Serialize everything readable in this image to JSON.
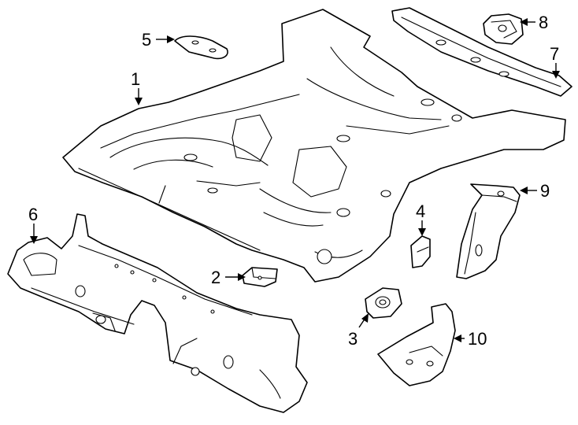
{
  "colors": {
    "line": "#000000",
    "background": "#ffffff"
  },
  "callouts": [
    {
      "id": "1",
      "label": "1"
    },
    {
      "id": "2",
      "label": "2"
    },
    {
      "id": "3",
      "label": "3"
    },
    {
      "id": "4",
      "label": "4"
    },
    {
      "id": "5",
      "label": "5"
    },
    {
      "id": "6",
      "label": "6"
    },
    {
      "id": "7",
      "label": "7"
    },
    {
      "id": "8",
      "label": "8"
    },
    {
      "id": "9",
      "label": "9"
    },
    {
      "id": "10",
      "label": "10"
    }
  ]
}
